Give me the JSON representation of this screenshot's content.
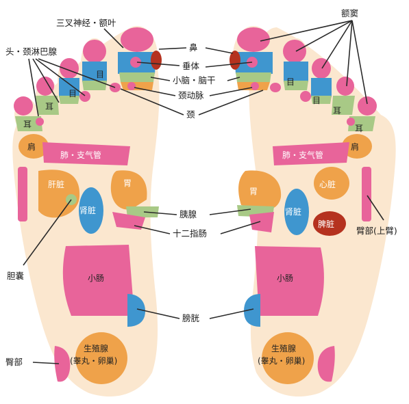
{
  "colors": {
    "skin": "#fbe7cf",
    "pink": "#e8649a",
    "blue": "#3f96cf",
    "orange": "#efa24a",
    "green": "#a8c986",
    "dark_red": "#b5321f",
    "line": "#2a2a2a"
  },
  "labels": {
    "trigeminal_forehead": "三叉神经・额叶",
    "head_neck_lymph": "头・颈淋巴腺",
    "sinus": "额窦",
    "nose": "鼻",
    "pituitary": "垂体",
    "cerebellum_brainstem": "小脑・脑干",
    "carotid": "颈动脉",
    "neck": "颈",
    "pancreas": "胰腺",
    "duodenum": "十二指肠",
    "bladder": "膀胱",
    "gallbladder": "胆囊",
    "upper_arm": "臂部(上臂)",
    "hip": "臀部"
  },
  "zones": {
    "eye": "目",
    "ear": "耳",
    "shoulder": "肩",
    "lung_bronchi": "肺・支气管",
    "liver": "肝脏",
    "kidney": "肾脏",
    "stomach": "胃",
    "heart": "心脏",
    "spleen": "脾脏",
    "small_intestine": "小肠",
    "genital_gland": "生殖腺",
    "genital_detail": "(睾丸・卵巢)"
  }
}
